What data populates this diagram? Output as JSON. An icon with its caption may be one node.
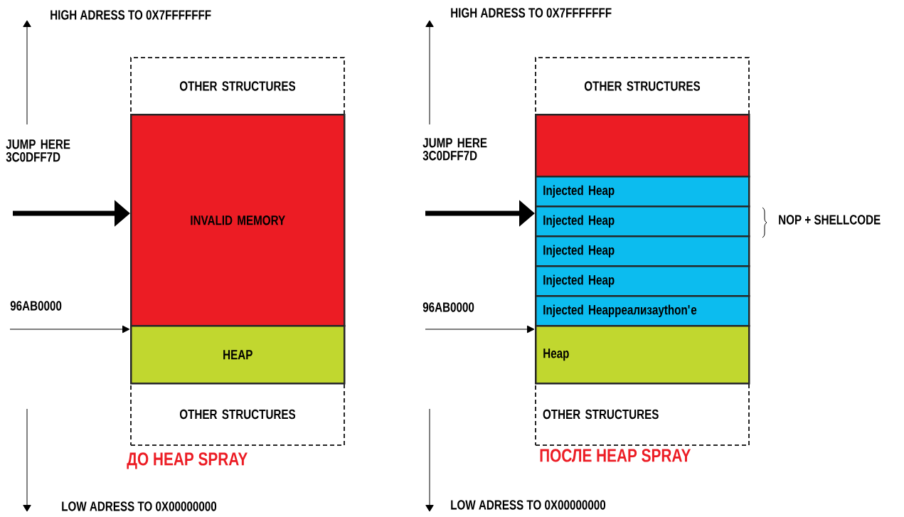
{
  "diagram": {
    "nodes": [
      {
        "text": [
          "OTHER STRUCTURES"
        ]
      },
      {
        "text": [
          "INVALID MEMORY"
        ]
      },
      {
        "text": [
          "HEAP"
        ]
      },
      {
        "text": [
          "OTHER STRUCTURES"
        ]
      },
      {
        "text": [
          "OTHER STRUCTURES"
        ]
      },
      {
        "text": [],
        "shape": "box"
      },
      {
        "text": [
          "Injected Heap"
        ]
      },
      {
        "text": [
          "Injected Heap"
        ]
      },
      {
        "text": [
          "Injected Heap"
        ]
      },
      {
        "text": [
          "Injected Heap"
        ]
      },
      {
        "text": [
          "Injected Heapреализaython'e"
        ]
      },
      {
        "text": [
          "Heap"
        ]
      },
      {
        "text": [
          "OTHER STRUCTURES"
        ]
      }
    ],
    "edges": [
      {
        "from": null,
        "to": 1,
        "arrow": "to",
        "style": "thick"
      },
      {
        "from": null,
        "to": 2,
        "arrow": "to"
      },
      {
        "from": null,
        "to": 7,
        "arrow": "to",
        "style": "thick"
      },
      {
        "from": null,
        "to": 11,
        "arrow": "to"
      }
    ],
    "labels": [
      "HIGH ADRESS TO 0X7FFFFFFF",
      "JUMP HERE 3C0DFF7D",
      "96AB0000",
      "ДО HEAP SPRAY",
      "LOW ADRESS TO 0X00000000",
      "HIGH ADRESS TO 0X7FFFFFFF",
      "JUMP HERE 3C0DFF7D",
      "96AB0000",
      "NOP + SHELLCODE",
      "ПОСЛЕ HEAP SPRAY",
      "LOW ADRESS TO 0X00000000"
    ]
  }
}
